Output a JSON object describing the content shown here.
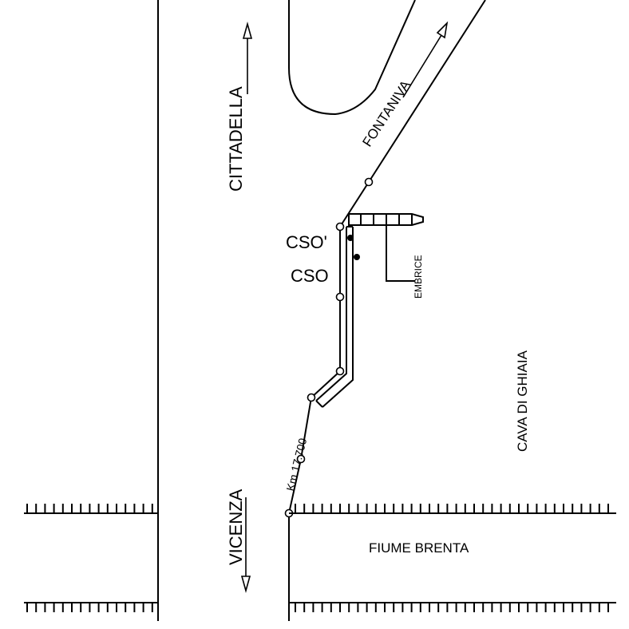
{
  "labels": {
    "cittadella": "CITTADELLA",
    "fontaniva": "FONTANIVA",
    "vicenza": "VICENZA",
    "cso_prime": "CSO'",
    "cso": "CSO",
    "embrice": "EMBRICE",
    "cava_di_ghiaia": "CAVA DI GHIAIA",
    "km_marker": "Km 17.700",
    "fiume_brenta": "FIUME BRENTA"
  },
  "colors": {
    "ink": "#000000",
    "paper": "#ffffff"
  }
}
